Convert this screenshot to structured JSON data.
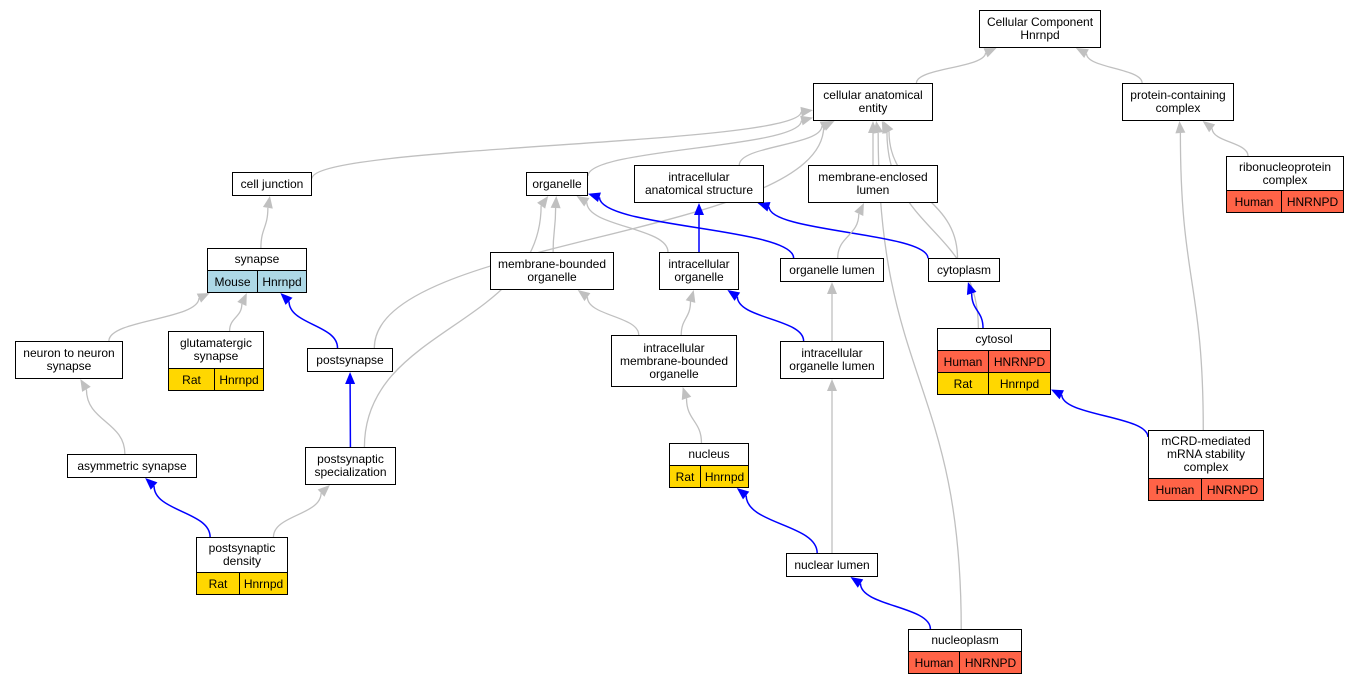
{
  "colors": {
    "edge_default": "#c0c0c0",
    "edge_highlight": "#0000ff",
    "species_human": "#ff6347",
    "species_rat": "#ffd700",
    "species_mouse": "#add8e6"
  },
  "nodes": {
    "cc_root": {
      "lines": [
        "Cellular Component",
        "Hnrnpd"
      ]
    },
    "cell_anat": {
      "lines": [
        "cellular anatomical",
        "entity"
      ]
    },
    "protein_complex": {
      "lines": [
        "protein-containing",
        "complex"
      ]
    },
    "rnp_complex": {
      "lines": [
        "ribonucleoprotein",
        "complex"
      ],
      "rows": [
        {
          "species": "Human",
          "gene": "HNRNPD",
          "color": "species_human"
        }
      ]
    },
    "cell_junction": {
      "lines": [
        "cell junction"
      ]
    },
    "organelle": {
      "lines": [
        "organelle"
      ]
    },
    "intra_anat": {
      "lines": [
        "intracellular",
        "anatomical structure"
      ]
    },
    "mem_lumen": {
      "lines": [
        "membrane-enclosed",
        "lumen"
      ]
    },
    "synapse": {
      "lines": [
        "synapse"
      ],
      "rows": [
        {
          "species": "Mouse",
          "gene": "Hnrnpd",
          "color": "species_mouse"
        }
      ]
    },
    "mem_bound_org": {
      "lines": [
        "membrane-bounded",
        "organelle"
      ]
    },
    "intra_org": {
      "lines": [
        "intracellular",
        "organelle"
      ]
    },
    "org_lumen": {
      "lines": [
        "organelle lumen"
      ]
    },
    "cytoplasm": {
      "lines": [
        "cytoplasm"
      ]
    },
    "n2n_synapse": {
      "lines": [
        "neuron to neuron",
        "synapse"
      ]
    },
    "glut_synapse": {
      "lines": [
        "glutamatergic",
        "synapse"
      ],
      "rows": [
        {
          "species": "Rat",
          "gene": "Hnrnpd",
          "color": "species_rat"
        }
      ]
    },
    "postsynapse": {
      "lines": [
        "postsynapse"
      ]
    },
    "intra_mem_org": {
      "lines": [
        "intracellular",
        "membrane-bounded",
        "organelle"
      ]
    },
    "intra_org_lumen": {
      "lines": [
        "intracellular",
        "organelle lumen"
      ]
    },
    "cytosol": {
      "lines": [
        "cytosol"
      ],
      "rows": [
        {
          "species": "Human",
          "gene": "HNRNPD",
          "color": "species_human"
        },
        {
          "species": "Rat",
          "gene": "Hnrnpd",
          "color": "species_rat"
        }
      ]
    },
    "asym_synapse": {
      "lines": [
        "asymmetric synapse"
      ]
    },
    "post_spec": {
      "lines": [
        "postsynaptic",
        "specialization"
      ]
    },
    "nucleus": {
      "lines": [
        "nucleus"
      ],
      "rows": [
        {
          "species": "Rat",
          "gene": "Hnrnpd",
          "color": "species_rat"
        }
      ]
    },
    "mcrd": {
      "lines": [
        "mCRD-mediated",
        "mRNA stability",
        "complex"
      ],
      "rows": [
        {
          "species": "Human",
          "gene": "HNRNPD",
          "color": "species_human"
        }
      ]
    },
    "psd": {
      "lines": [
        "postsynaptic",
        "density"
      ],
      "rows": [
        {
          "species": "Rat",
          "gene": "Hnrnpd",
          "color": "species_rat"
        }
      ]
    },
    "nuc_lumen": {
      "lines": [
        "nuclear lumen"
      ]
    },
    "nucleoplasm": {
      "lines": [
        "nucleoplasm"
      ],
      "rows": [
        {
          "species": "Human",
          "gene": "HNRNPD",
          "color": "species_human"
        }
      ]
    }
  },
  "edges": [
    {
      "from": "cell_anat",
      "to": "cc_root",
      "highlight": false
    },
    {
      "from": "protein_complex",
      "to": "cc_root",
      "highlight": false
    },
    {
      "from": "rnp_complex",
      "to": "protein_complex",
      "highlight": false
    },
    {
      "from": "mcrd",
      "to": "protein_complex",
      "highlight": false
    },
    {
      "from": "cell_junction",
      "to": "cell_anat",
      "highlight": false
    },
    {
      "from": "organelle",
      "to": "cell_anat",
      "highlight": false
    },
    {
      "from": "intra_anat",
      "to": "cell_anat",
      "highlight": false
    },
    {
      "from": "mem_lumen",
      "to": "cell_anat",
      "highlight": false
    },
    {
      "from": "cytoplasm",
      "to": "cell_anat",
      "highlight": false
    },
    {
      "from": "cytosol",
      "to": "cell_anat",
      "highlight": false
    },
    {
      "from": "nucleoplasm",
      "to": "cell_anat",
      "highlight": false
    },
    {
      "from": "postsynapse",
      "to": "cell_anat",
      "highlight": false
    },
    {
      "from": "synapse",
      "to": "cell_junction",
      "highlight": false
    },
    {
      "from": "mem_bound_org",
      "to": "organelle",
      "highlight": false
    },
    {
      "from": "intra_org",
      "to": "organelle",
      "highlight": false
    },
    {
      "from": "org_lumen",
      "to": "organelle",
      "highlight": true
    },
    {
      "from": "post_spec",
      "to": "organelle",
      "highlight": false
    },
    {
      "from": "intra_org",
      "to": "intra_anat",
      "highlight": true
    },
    {
      "from": "cytoplasm",
      "to": "intra_anat",
      "highlight": true
    },
    {
      "from": "org_lumen",
      "to": "mem_lumen",
      "highlight": false
    },
    {
      "from": "n2n_synapse",
      "to": "synapse",
      "highlight": false
    },
    {
      "from": "glut_synapse",
      "to": "synapse",
      "highlight": false
    },
    {
      "from": "postsynapse",
      "to": "synapse",
      "highlight": true
    },
    {
      "from": "intra_mem_org",
      "to": "mem_bound_org",
      "highlight": false
    },
    {
      "from": "intra_mem_org",
      "to": "intra_org",
      "highlight": false
    },
    {
      "from": "intra_org_lumen",
      "to": "intra_org",
      "highlight": true
    },
    {
      "from": "intra_org_lumen",
      "to": "org_lumen",
      "highlight": false
    },
    {
      "from": "cytosol",
      "to": "cytoplasm",
      "highlight": true
    },
    {
      "from": "asym_synapse",
      "to": "n2n_synapse",
      "highlight": false
    },
    {
      "from": "post_spec",
      "to": "postsynapse",
      "highlight": true
    },
    {
      "from": "nucleus",
      "to": "intra_mem_org",
      "highlight": false
    },
    {
      "from": "nuc_lumen",
      "to": "intra_org_lumen",
      "highlight": false
    },
    {
      "from": "mcrd",
      "to": "cytosol",
      "highlight": true
    },
    {
      "from": "psd",
      "to": "asym_synapse",
      "highlight": true
    },
    {
      "from": "psd",
      "to": "post_spec",
      "highlight": false
    },
    {
      "from": "nuc_lumen",
      "to": "nucleus",
      "highlight": true
    },
    {
      "from": "nucleoplasm",
      "to": "nuc_lumen",
      "highlight": true
    }
  ]
}
